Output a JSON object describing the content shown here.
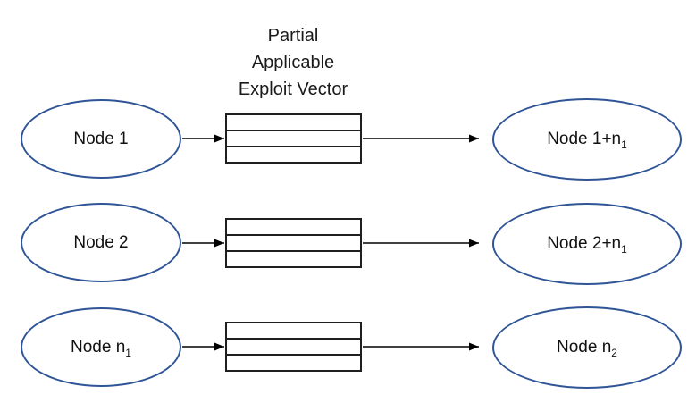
{
  "title": {
    "lines": [
      "Partial",
      "Applicable",
      "Exploit Vector"
    ]
  },
  "rows": [
    {
      "left": {
        "text": "Node 1",
        "sub": ""
      },
      "right": {
        "text": "Node 1+n",
        "sub": "1"
      }
    },
    {
      "left": {
        "text": "Node 2",
        "sub": ""
      },
      "right": {
        "text": "Node 2+n",
        "sub": "1"
      }
    },
    {
      "left": {
        "text": "Node n",
        "sub": "1"
      },
      "right": {
        "text": "Node n",
        "sub": "2"
      }
    }
  ],
  "vector_stack": {
    "cells_per_stack": 3,
    "stack_count": 3
  },
  "colors": {
    "ellipse_border": "#2F5597",
    "stack_border": "#1f1f1f",
    "arrow": "#000000",
    "text": "#1a1a1a",
    "background": "#ffffff"
  }
}
